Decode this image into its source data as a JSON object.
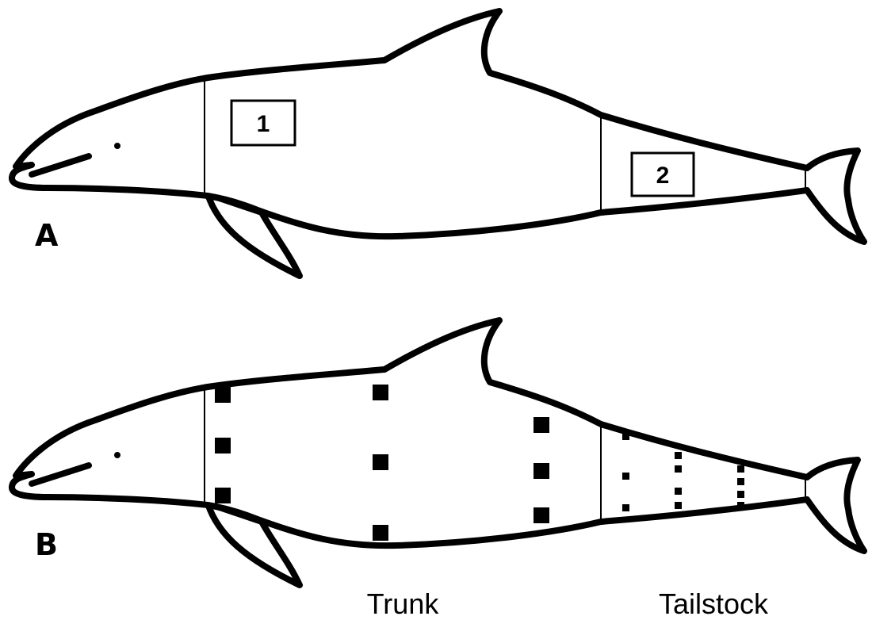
{
  "panels": [
    {
      "label": "A",
      "zones": [
        "1",
        "2"
      ]
    },
    {
      "label": "B"
    }
  ],
  "regions": {
    "trunk": "Trunk",
    "tailstock": "Tailstock"
  }
}
